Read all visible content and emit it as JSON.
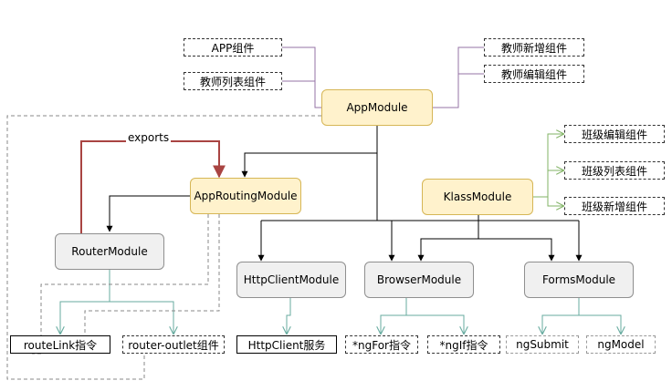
{
  "nodes": {
    "app_module": "AppModule",
    "app_component": "APP组件",
    "teacher_list": "教师列表组件",
    "teacher_add": "教师新增组件",
    "teacher_edit": "教师编辑组件",
    "app_routing_module": "AppRoutingModule",
    "klass_module": "KlassModule",
    "class_edit": "班级编辑组件",
    "class_list": "班级列表组件",
    "class_add": "班级新增组件",
    "router_module": "RouterModule",
    "httpclient_module": "HttpClientModule",
    "browser_module": "BrowserModule",
    "forms_module": "FormsModule",
    "route_link": "routeLink指令",
    "router_outlet": "router-outlet组件",
    "httpclient_service": "HttpClient服务",
    "ngfor": "*ngFor指令",
    "ngif": "*ngIf指令",
    "ngsubmit": "ngSubmit",
    "ngmodel": "ngModel"
  },
  "edge_labels": {
    "exports": "exports"
  },
  "colors": {
    "module_fill": "#f0f0f0",
    "app_fill": "#fff2cc",
    "app_border": "#d6b656",
    "purple_link": "#9673a6",
    "green_link": "#82b366",
    "teal_link": "#67ab9f",
    "exports_link": "#a94442"
  }
}
